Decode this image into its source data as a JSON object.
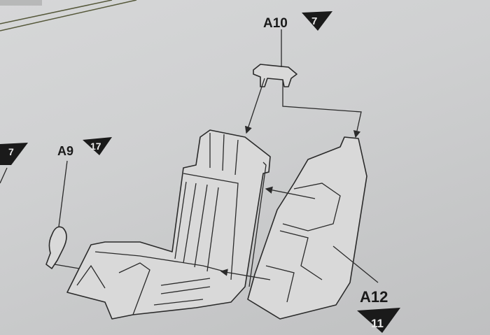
{
  "labels": {
    "a10": {
      "part": "A10",
      "step": "7"
    },
    "a9": {
      "part": "A9",
      "step": "17"
    },
    "a12": {
      "part": "A12",
      "step": "11"
    },
    "left_step": "7"
  },
  "colors": {
    "paper": "#d2d3d4",
    "ink": "#1a1a1a"
  }
}
